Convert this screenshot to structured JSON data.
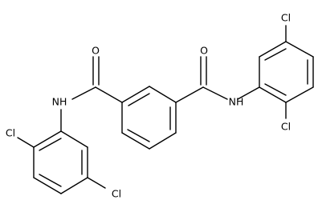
{
  "molecule": {
    "atom_labels": {
      "o_left": "O",
      "o_right": "O",
      "nh_left": "NH",
      "nh_right": "NH",
      "cl_top_left": "Cl",
      "cl_bottom_left": "Cl",
      "cl_top_right": "Cl",
      "cl_bottom_right": "Cl"
    }
  }
}
